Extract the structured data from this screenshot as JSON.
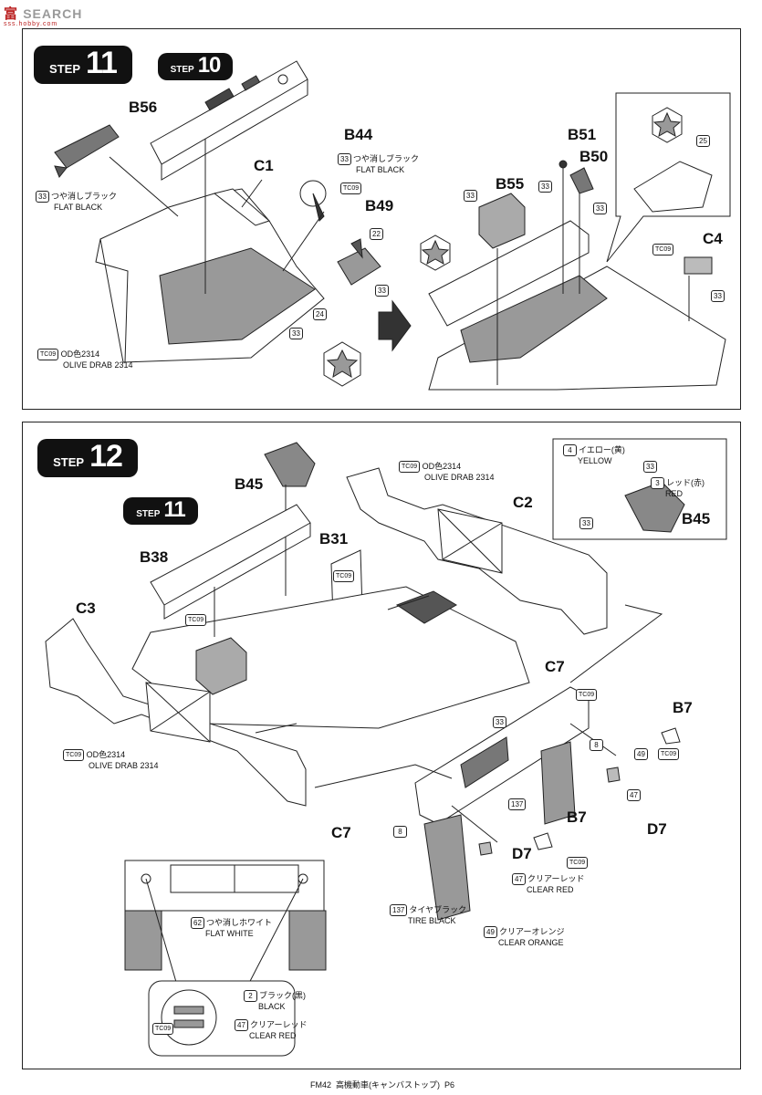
{
  "watermark": {
    "logo": "富",
    "text": "SEARCH",
    "url": "sss.hobby.com"
  },
  "step11_panel": {
    "step_label": "STEP",
    "step_num": "11",
    "prev_step_label": "STEP",
    "prev_step_num": "10",
    "parts": {
      "b56": "B56",
      "b44": "B44",
      "c1": "C1",
      "b49": "B49",
      "b51": "B51",
      "b50": "B50",
      "b55": "B55",
      "c4": "C4"
    },
    "notes": {
      "flat_black_jp": "つや消しブラック",
      "flat_black_en": "FLAT BLACK",
      "od_jp": "OD色2314",
      "od_en": "OLIVE DRAB 2314",
      "tc09": "TC09",
      "n33": "33",
      "n22": "22",
      "n24": "24",
      "n25": "25"
    }
  },
  "step12_panel": {
    "step_label": "STEP",
    "step_num": "12",
    "prev_step_label": "STEP",
    "prev_step_num": "11",
    "parts": {
      "b45": "B45",
      "c2": "C2",
      "b31": "B31",
      "b38": "B38",
      "c3": "C3",
      "c7": "C7",
      "b7": "B7",
      "d7": "D7"
    },
    "inset": {
      "yellow_num": "4",
      "yellow_jp": "イエロー(黄)",
      "yellow_en": "YELLOW",
      "red_num": "3",
      "red_jp": "レッド(赤)",
      "red_en": "RED",
      "n33": "33",
      "part": "B45"
    },
    "notes": {
      "od_jp": "OD色2314",
      "od_en": "OLIVE DRAB 2314",
      "tc09": "TC09",
      "n8": "8",
      "n33": "33",
      "n49": "49",
      "n47": "47",
      "n137": "137",
      "tire_black_jp": "タイヤブラック",
      "tire_black_en": "TIRE BLACK",
      "clear_red_num": "47",
      "clear_red_jp": "クリアーレッド",
      "clear_red_en": "CLEAR RED",
      "clear_orange_num": "49",
      "clear_orange_jp": "クリアーオレンジ",
      "clear_orange_en": "CLEAR ORANGE",
      "flat_white_num": "62",
      "flat_white_jp": "つや消しホワイト",
      "flat_white_en": "FLAT WHITE",
      "black_num": "2",
      "black_jp": "ブラック(黒)",
      "black_en": "BLACK"
    }
  },
  "footer": {
    "model": "FM42",
    "title": "高機動車(キャンバストップ)",
    "page": "P6"
  }
}
